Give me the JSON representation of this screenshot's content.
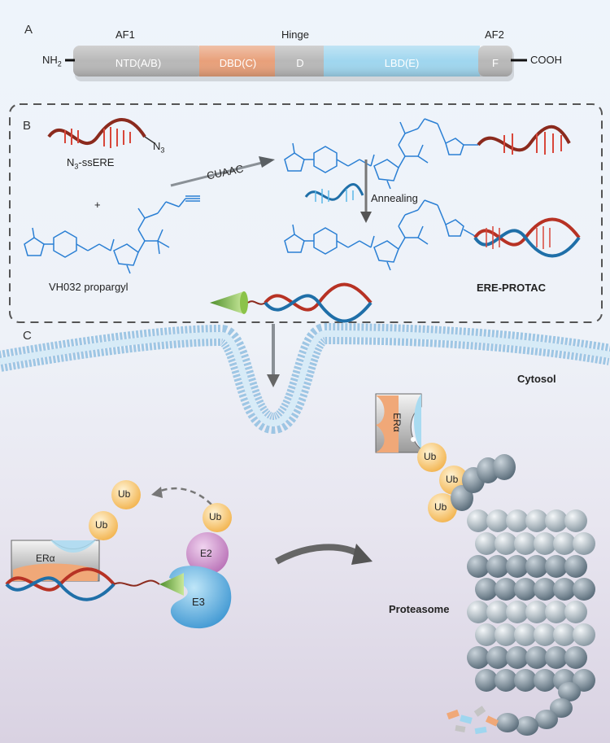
{
  "panels": {
    "a": "A",
    "b": "B",
    "c": "C"
  },
  "domain_bar": {
    "n_term": "NH",
    "n_sub": "2",
    "c_term": "COOH",
    "above": {
      "af1": "AF1",
      "hinge": "Hinge",
      "af2": "AF2"
    },
    "segments": [
      {
        "label": "NTD(A/B)",
        "color": "#b8b8b8"
      },
      {
        "label": "DBD(C)",
        "color": "#e8a07a"
      },
      {
        "label": "D",
        "color": "#b8b8b8"
      },
      {
        "label": "LBD(E)",
        "color": "#9fd6ef"
      },
      {
        "label": "F",
        "color": "#b8b8b8"
      }
    ]
  },
  "synthesis": {
    "n3_prefix": "N",
    "n3_sub": "3",
    "n3_suffix": "-ssERE",
    "n3_tail": "N",
    "n3_tail_sub": "3",
    "plus": "+",
    "vh032": "VH032 propargyl",
    "cuaac": "CUAAC",
    "annealing": "Annealing",
    "ere_protac": "ERE-PROTAC"
  },
  "cell": {
    "cytosol": "Cytosol",
    "proteasome": "Proteasome",
    "era_left": "ERα",
    "era_top": "ERα",
    "e2": "E2",
    "e3": "E3",
    "ub": "Ub"
  },
  "colors": {
    "chem_blue": "#2a7fd4",
    "dna_red": "#c0392b",
    "dna_blue": "#2e86c1",
    "ub": "#f7c46a",
    "e2": "#c982c8",
    "e3": "#4aa8dc",
    "proteasome": "#b9c6cf"
  }
}
